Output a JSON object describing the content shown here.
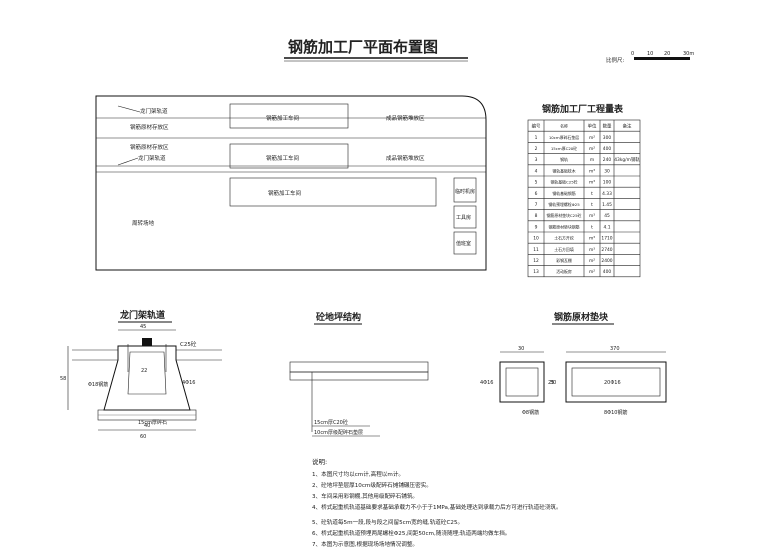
{
  "title": "钢筋加工厂平面布置图",
  "scale_bar": {
    "label": "比例尺:",
    "ticks": [
      "0",
      "10",
      "20",
      "30m"
    ]
  },
  "plan": {
    "lanes": [
      {
        "left_label": "龙门架轨道",
        "main_label": "钢筋原材存放区",
        "hall": "钢筋加工车间",
        "storage": "成品钢筋堆放区"
      },
      {
        "left_label": "钢筋原材存放区",
        "main_label": "龙门架轨道",
        "hall": "钢筋加工车间",
        "storage": "成品钢筋堆放区"
      }
    ],
    "third_hall": "钢筋加工车间",
    "side_rooms": [
      "临时机房",
      "工具房",
      "值班室"
    ],
    "yard": "周转场地"
  },
  "quantity_table": {
    "title": "钢筋加工厂工程量表",
    "headers": [
      "编号",
      "名称",
      "单位",
      "数量",
      "备注"
    ],
    "rows": [
      [
        "1",
        "10cm厚碎石垫层",
        "m²",
        "300",
        ""
      ],
      [
        "2",
        "15cm厚C20砼",
        "m²",
        "400",
        ""
      ],
      [
        "3",
        "钢轨",
        "m",
        "240",
        "43kg/m钢轨"
      ],
      [
        "4",
        "钢轨基础枕木",
        "m³",
        "30",
        ""
      ],
      [
        "5",
        "钢轨基础C25砼",
        "m³",
        "100",
        ""
      ],
      [
        "6",
        "钢轨基础钢筋",
        "t",
        "4.33",
        ""
      ],
      [
        "7",
        "钢轨预埋螺栓Φ25",
        "t",
        "1.45",
        ""
      ],
      [
        "8",
        "钢筋原材垫块C25砼",
        "m³",
        "45",
        ""
      ],
      [
        "9",
        "钢筋原材垫块钢筋",
        "t",
        "4.1",
        ""
      ],
      [
        "10",
        "土石方开挖",
        "m³",
        "1710",
        ""
      ],
      [
        "11",
        "土石方回填",
        "m³",
        "2740",
        ""
      ],
      [
        "12",
        "彩钢瓦棚",
        "m²",
        "2400",
        ""
      ],
      [
        "13",
        "活动板房",
        "m²",
        "400",
        ""
      ]
    ]
  },
  "section_track": {
    "title": "龙门架轨道",
    "labels": {
      "top_width": "45",
      "inner_width": "22",
      "bottom_width": "60",
      "height": "58",
      "conc": "C25砼",
      "bar_left": "Φ18钢筋",
      "bar_right": "4Φ16",
      "base": "15cm厚碎石",
      "bottom_dim": "40"
    }
  },
  "section_floor": {
    "title": "砼地坪结构",
    "layers": [
      "15cm厚C20砼",
      "10cm厚级配碎石垫层"
    ]
  },
  "section_block": {
    "title": "钢筋原材垫块",
    "left": {
      "dim": "30",
      "bar": "4Φ16",
      "height": "30",
      "stirrup": "Φ8钢筋"
    },
    "right": {
      "dim": "370",
      "height": "25",
      "inner": "20Φ16",
      "stirrup": "8Φ10钢筋"
    }
  },
  "notes": {
    "heading": "说明:",
    "items": [
      "1、本图尺寸均以cm计,高程以m计。",
      "2、砼地坪垫层厚10cm级配碎石摊铺碾压密实。",
      "3、车间采用彩钢棚,其他用级配碎石铺筑。",
      "4、桥式起重机轨道基础要求基础承载力不小于于1MPa,基础处理达到承载力后方可进行轨道砼浇筑。",
      "5、砼轨道每5m一段,段与段之间留5cm宽的缝,轨道砼C25。",
      "6、桥式起重机轨道预埋两尾螺栓Φ25,间距50cm,随浇随埋;轨道两端均做车挡。",
      "7、本图为示意图,根据现场场地情况调整。"
    ]
  }
}
